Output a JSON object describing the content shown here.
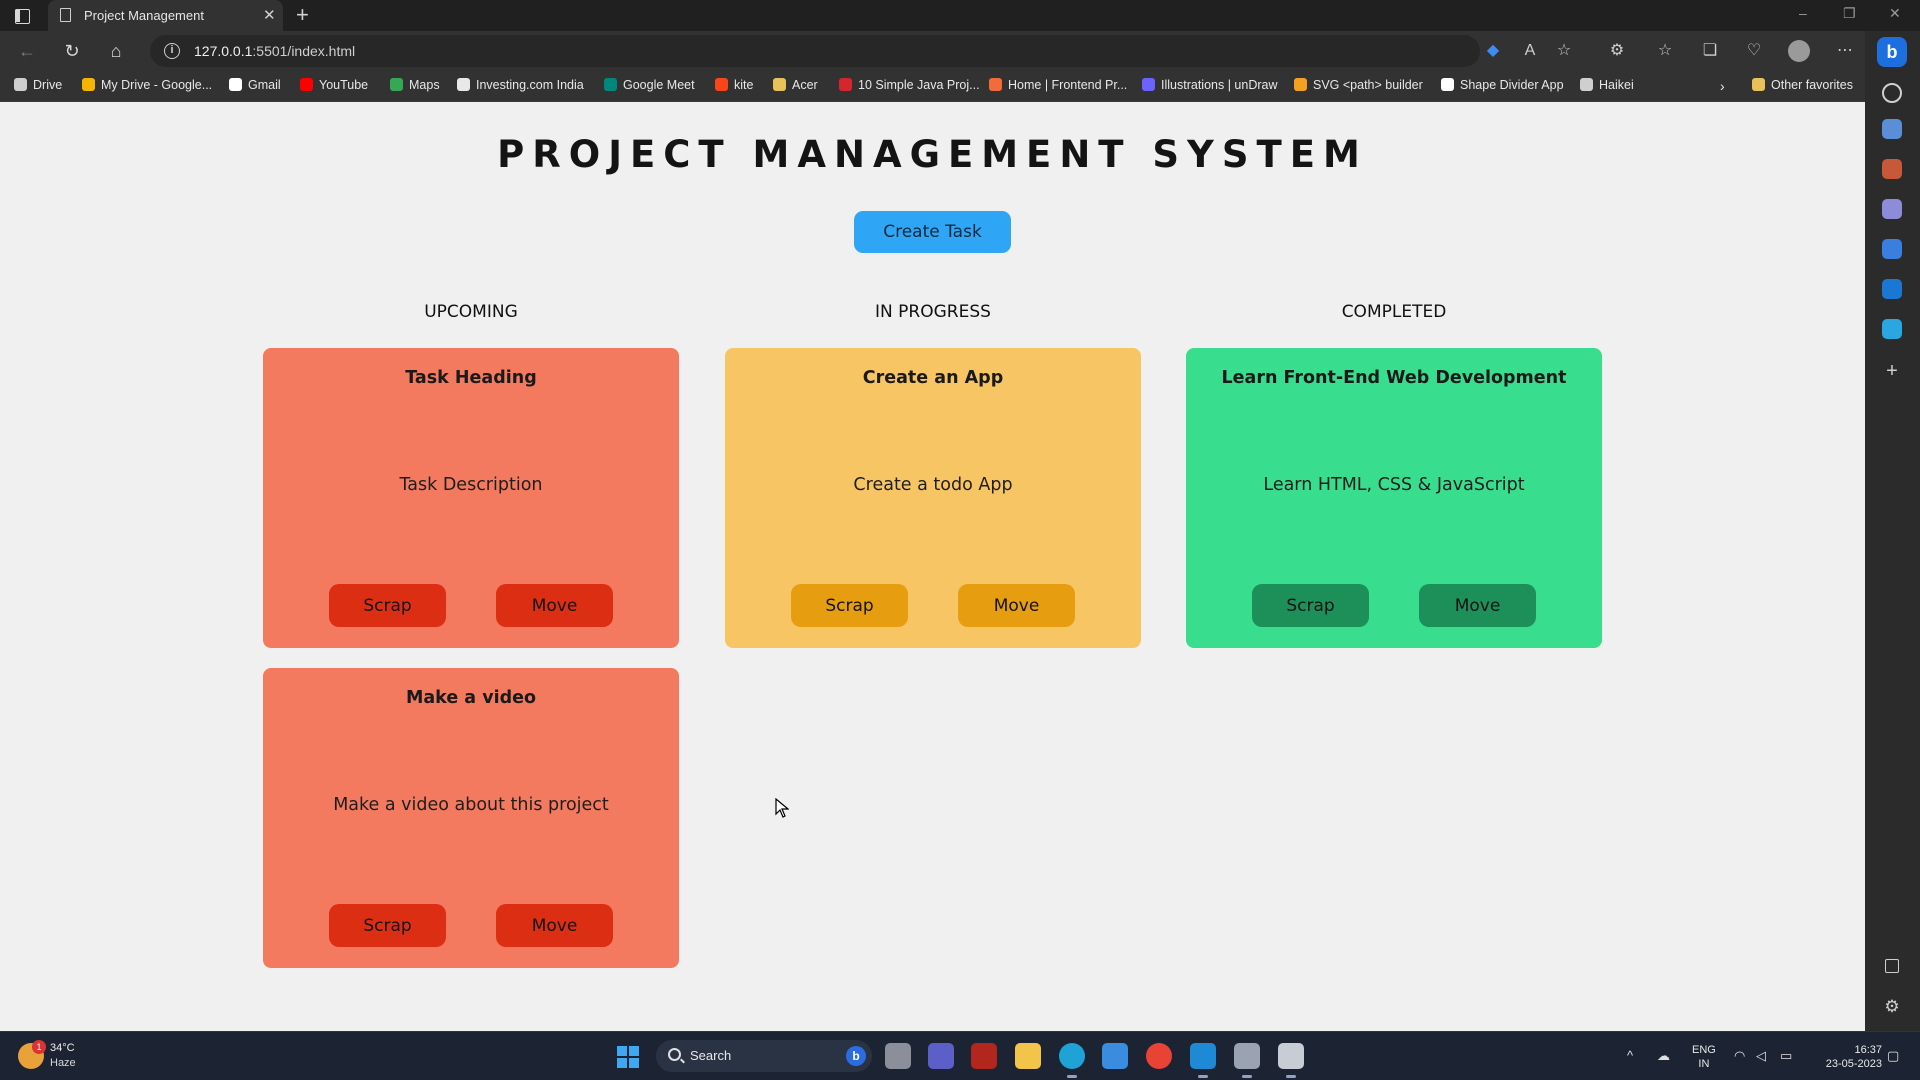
{
  "browser": {
    "tab_title": "Project Management",
    "new_tab_symbol": "+",
    "close_symbol": "✕",
    "url_host": "127.0.0.1",
    "url_rest": ":5501/index.html",
    "window_controls": [
      "–",
      "❐",
      "✕"
    ],
    "accent_color": "#1d6fe0"
  },
  "bookmarks": [
    {
      "label": "Drive",
      "color": "#cfcfcf"
    },
    {
      "label": "My Drive - Google...",
      "color": "#f4b400"
    },
    {
      "label": "Gmail",
      "color": "#ffffff"
    },
    {
      "label": "YouTube",
      "color": "#ff0000"
    },
    {
      "label": "Maps",
      "color": "#34a853"
    },
    {
      "label": "Investing.com India",
      "color": "#e8e8e8"
    },
    {
      "label": "Google Meet",
      "color": "#00897b"
    },
    {
      "label": "kite",
      "color": "#f6461a"
    },
    {
      "label": "Acer",
      "color": "#e8c15a"
    },
    {
      "label": "10 Simple Java Proj...",
      "color": "#d4262d"
    },
    {
      "label": "Home | Frontend Pr...",
      "color": "#f26b3a"
    },
    {
      "label": "Illustrations | unDraw",
      "color": "#6c63ff"
    },
    {
      "label": "SVG <path> builder",
      "color": "#f4a020"
    },
    {
      "label": "Shape Divider App",
      "color": "#ffffff"
    },
    {
      "label": "Haikei",
      "color": "#cfcfcf"
    }
  ],
  "other_favorites": "Other favorites",
  "page": {
    "title": "PROJECT MANAGEMENT SYSTEM",
    "create_button": "Create Task",
    "columns": [
      {
        "heading": "UPCOMING"
      },
      {
        "heading": "IN PROGRESS"
      },
      {
        "heading": "COMPLETED"
      }
    ],
    "cards": [
      {
        "title": "Task Heading",
        "description": "Task Description",
        "scrap": "Scrap",
        "move": "Move",
        "color": "#f47a5f"
      },
      {
        "title": "Create an App",
        "description": "Create a todo App",
        "scrap": "Scrap",
        "move": "Move",
        "color": "#f8c564"
      },
      {
        "title": "Learn Front-End Web Development",
        "description": "Learn HTML, CSS & JavaScript",
        "scrap": "Scrap",
        "move": "Move",
        "color": "#38de8d"
      },
      {
        "title": "Make a video",
        "description": "Make a video about this project",
        "scrap": "Scrap",
        "move": "Move",
        "color": "#f47a5f"
      }
    ]
  },
  "taskbar": {
    "weather_badge": "1",
    "weather_temp": "34°C",
    "weather_condition": "Haze",
    "search_placeholder": "Search",
    "lang_top": "ENG",
    "lang_bottom": "IN",
    "time": "16:37",
    "date": "23-05-2023"
  }
}
